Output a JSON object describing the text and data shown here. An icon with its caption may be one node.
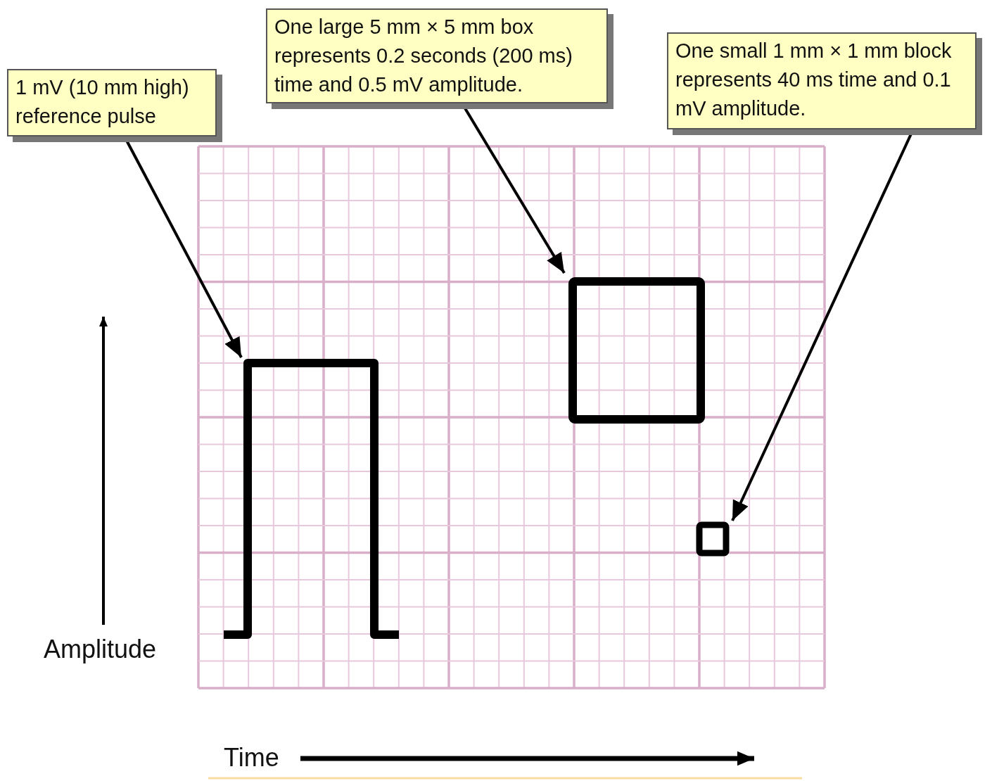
{
  "diagram": {
    "nodes": [
      {
        "text": [
          "1 mV (10 mm high) reference pulse"
        ]
      },
      {
        "text": [],
        "shape": "line"
      },
      {
        "text": [
          "One large 5 mm × 5 mm box represents 0.2 seconds (200 ms) time and 0.5 mV amplitude."
        ]
      },
      {
        "text": [],
        "shape": "box"
      },
      {
        "text": [
          "One small 1 mm × 1 mm block represents 40 ms time and 0.1 mV amplitude."
        ]
      },
      {
        "text": [],
        "shape": "box"
      }
    ],
    "edges": [
      {
        "from": 0,
        "to": 1,
        "arrow": "to"
      },
      {
        "from": 2,
        "to": 3,
        "arrow": "to"
      },
      {
        "from": 4,
        "to": 5,
        "arrow": "to"
      }
    ],
    "labels": [
      "Amplitude",
      "Time"
    ]
  }
}
